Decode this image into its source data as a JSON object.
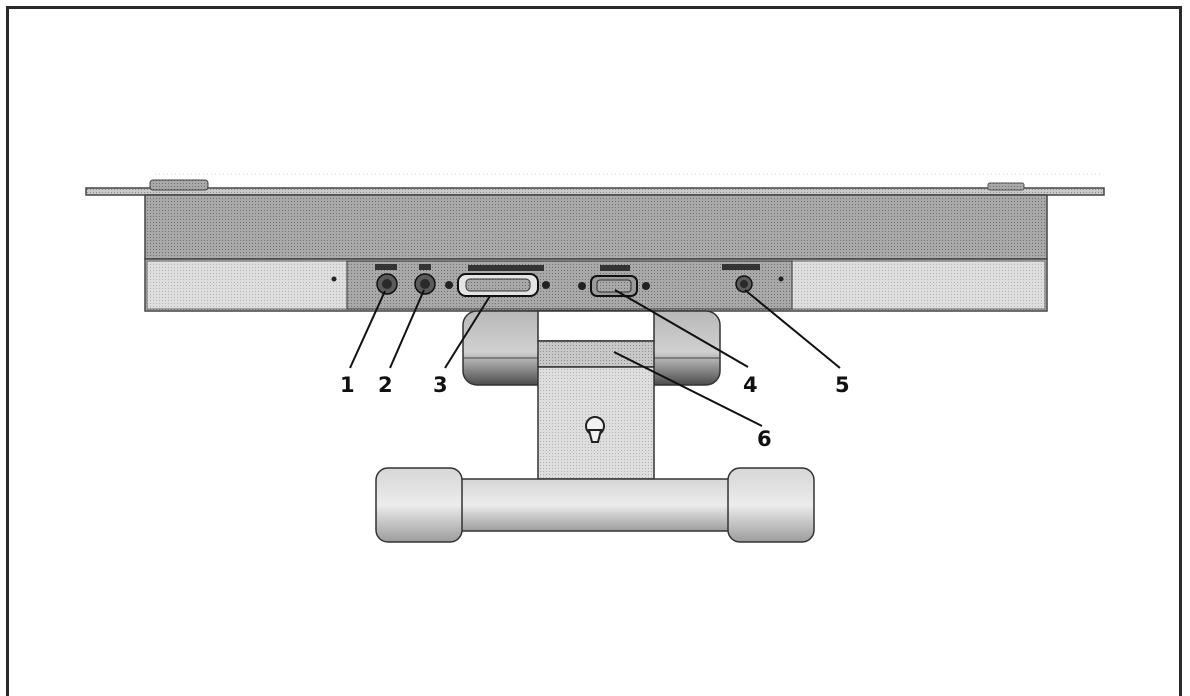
{
  "figure": {
    "callouts": [
      {
        "number": "1",
        "target": "port-1"
      },
      {
        "number": "2",
        "target": "port-2"
      },
      {
        "number": "3",
        "target": "connector-3"
      },
      {
        "number": "4",
        "target": "connector-4"
      },
      {
        "number": "5",
        "target": "port-5"
      },
      {
        "number": "6",
        "target": "stand-neck-6"
      }
    ]
  }
}
